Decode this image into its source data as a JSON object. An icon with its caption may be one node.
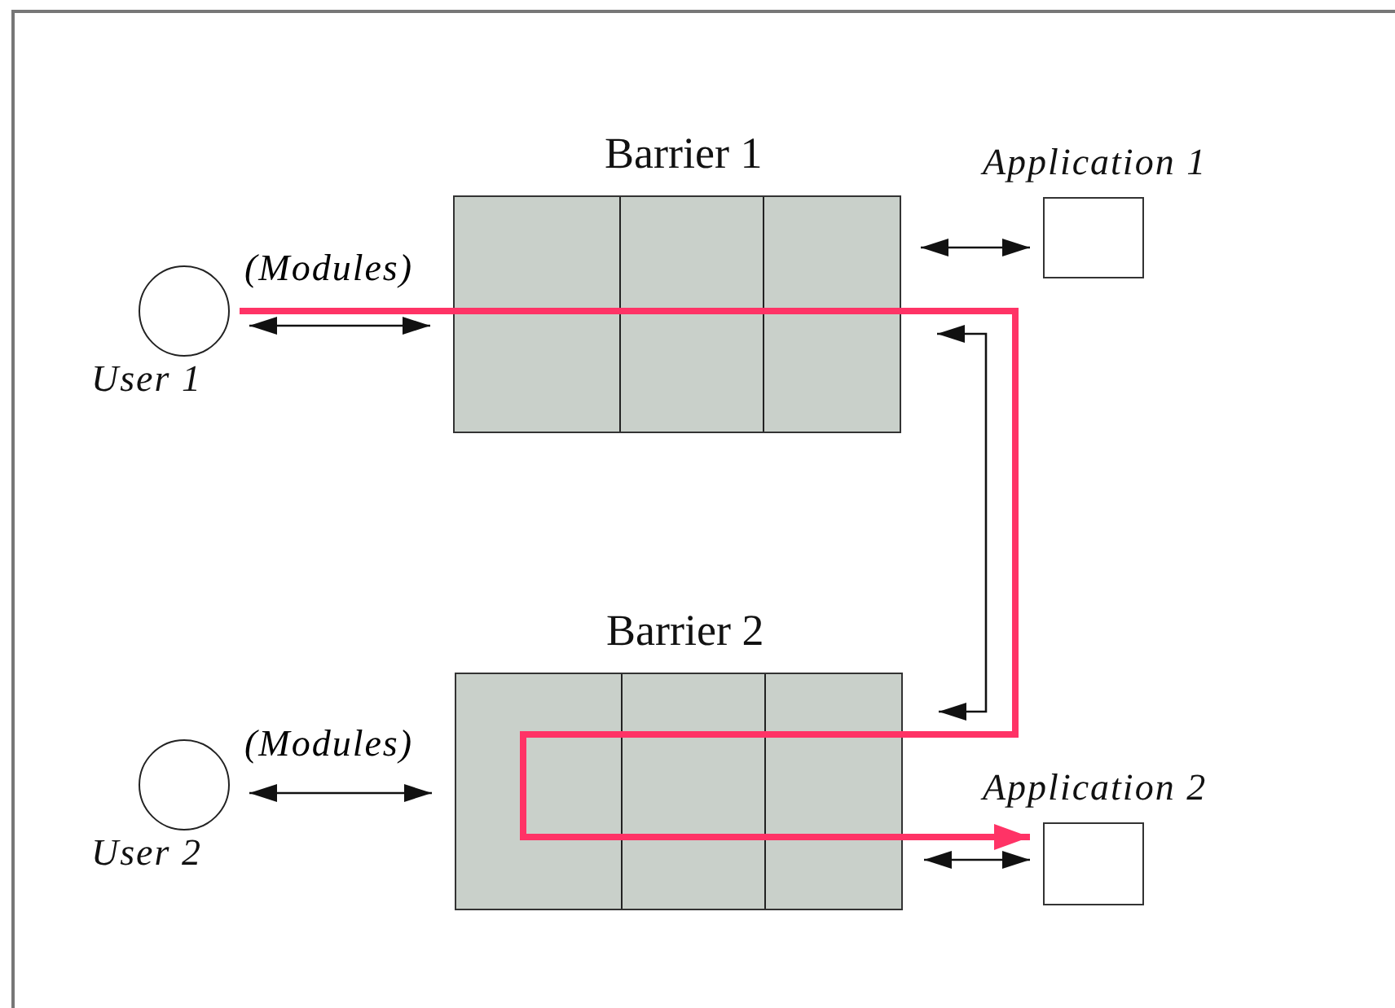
{
  "diagram": {
    "nodes": [
      {
        "text": [
          "User 1"
        ]
      },
      {
        "text": [
          "Barrier 1"
        ]
      },
      {
        "text": [
          "Application 1"
        ]
      },
      {
        "text": [
          "User 2"
        ]
      },
      {
        "text": [
          "Barrier 2"
        ]
      },
      {
        "text": [
          "Application 2"
        ]
      }
    ],
    "edges": [
      {
        "from": 0,
        "to": 1,
        "arrow": "both",
        "label": "(Modules)"
      },
      {
        "from": 1,
        "to": 2,
        "arrow": "both"
      },
      {
        "from": 1,
        "to": 4,
        "arrow": "both"
      },
      {
        "from": 3,
        "to": 4,
        "arrow": "both",
        "label": "(Modules)"
      },
      {
        "from": 4,
        "to": 5,
        "arrow": "both"
      },
      {
        "from": 0,
        "to": 1,
        "arrow": "none",
        "style": "thick",
        "color": "#ff3366"
      },
      {
        "from": 1,
        "to": 4,
        "arrow": "none",
        "style": "thick",
        "color": "#ff3366"
      },
      {
        "from": 4,
        "to": 5,
        "arrow": "to",
        "style": "thick",
        "color": "#ff3366"
      }
    ]
  }
}
